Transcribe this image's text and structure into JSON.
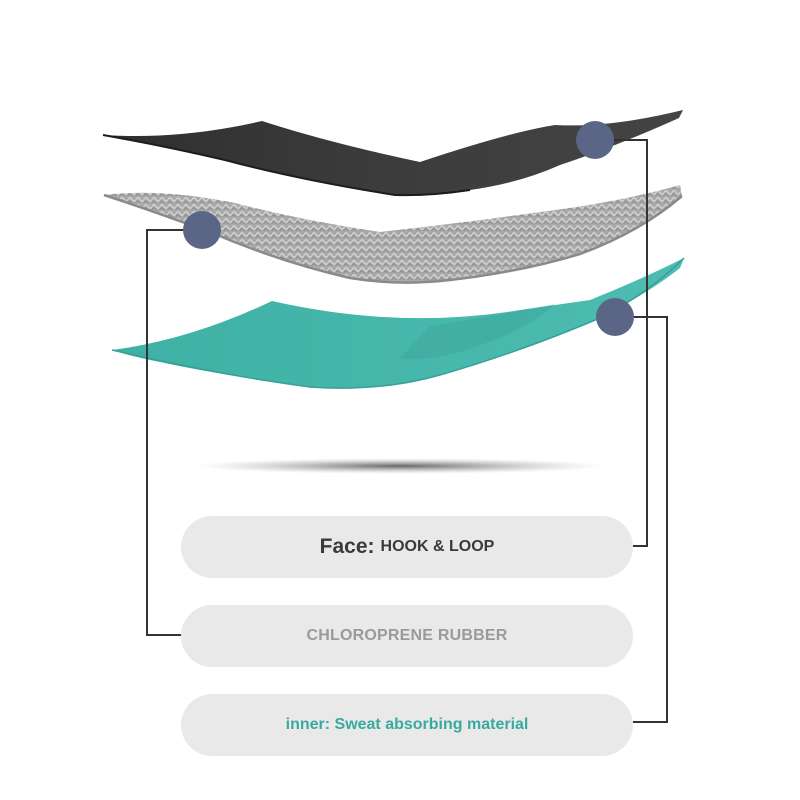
{
  "layers": [
    {
      "id": "face",
      "name_prefix": "Face:",
      "name": "HOOK & LOOP",
      "color": "#3d3d3d"
    },
    {
      "id": "rubber",
      "name": "CHLOROPRENE RUBBER",
      "color": "#a3a3a3"
    },
    {
      "id": "inner",
      "name": "inner: Sweat absorbing material",
      "color": "#45b5a8"
    }
  ],
  "colors": {
    "marker": "#5b6586",
    "connector": "#333333",
    "label_background": "#e9e9e9",
    "inner_text": "#3aa99f",
    "rubber_text": "#9a9a9a",
    "face_text": "#3a3a3a"
  }
}
